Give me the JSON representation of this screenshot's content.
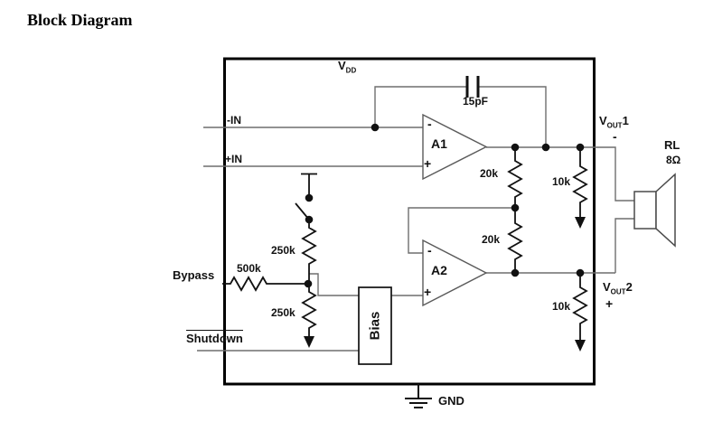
{
  "title": "Block Diagram",
  "colors": {
    "wire": "#6e6e6e",
    "component": "#111111",
    "box_border": "#000000",
    "background": "#ffffff"
  },
  "pins": {
    "neg_input": "-IN",
    "pos_input": "+IN",
    "supply": {
      "main": "V",
      "sub": "DD"
    },
    "bypass": "Bypass",
    "shutdown": "Shutdown",
    "ground": "GND"
  },
  "outputs": {
    "vout1": {
      "main": "V",
      "sub": "OUT",
      "suffix": "1",
      "polarity": "-"
    },
    "vout2": {
      "main": "V",
      "sub": "OUT",
      "suffix": "2",
      "polarity": "+"
    }
  },
  "amplifiers": {
    "a1": {
      "label": "A1",
      "inverting": "-",
      "noninverting": "+"
    },
    "a2": {
      "label": "A2",
      "inverting": "-",
      "noninverting": "+"
    }
  },
  "components": {
    "feedback_cap": "15pF",
    "gain_resistor_top": "20k",
    "gain_resistor_bottom": "20k",
    "out1_resistor": "10k",
    "out2_resistor": "10k",
    "bypass_resistor": "500k",
    "divider_resistor_top": "250k",
    "divider_resistor_bottom": "250k",
    "bias_block": "Bias",
    "load": {
      "name": "RL",
      "value": "8Ω"
    }
  }
}
